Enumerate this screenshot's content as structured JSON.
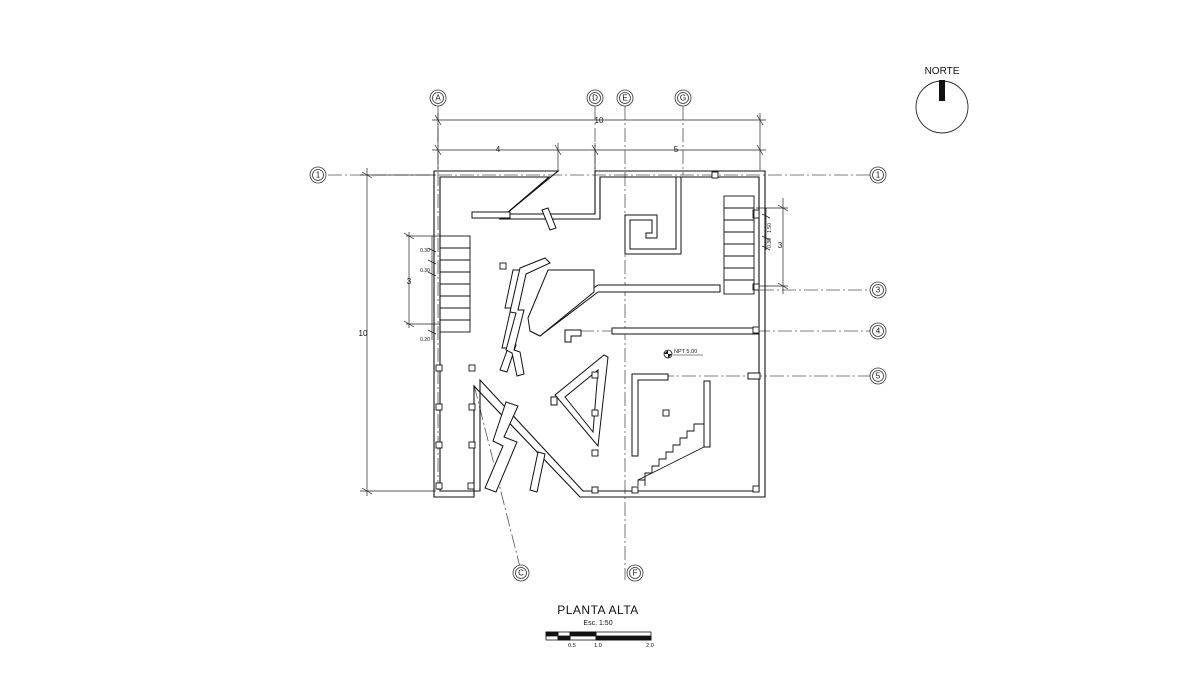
{
  "plan": {
    "title": "PLANTA ALTA",
    "scale_label": "Esc. 1:50",
    "elevation_label": "NPT 5.00"
  },
  "north": {
    "label": "NORTE"
  },
  "grid_axes": {
    "top": [
      "A",
      "D",
      "E",
      "G"
    ],
    "bottom": [
      "C",
      "F"
    ],
    "left": [
      "1"
    ],
    "right": [
      "1",
      "3",
      "4",
      "5"
    ]
  },
  "dimensions": {
    "overall_top": "10",
    "segment_left": "4",
    "segment_right": "5",
    "overall_left": "10",
    "stair_left": "3",
    "stair_left_sub": [
      "0.30",
      "0.30",
      "0.20"
    ],
    "stair_right": "3",
    "stair_right_sub": [
      "1.50",
      "0.30"
    ]
  },
  "scale_bar": {
    "ticks": [
      "0.5",
      "1.0",
      "2.0"
    ]
  },
  "colors": {
    "line": "#111111",
    "grid": "#555555"
  }
}
